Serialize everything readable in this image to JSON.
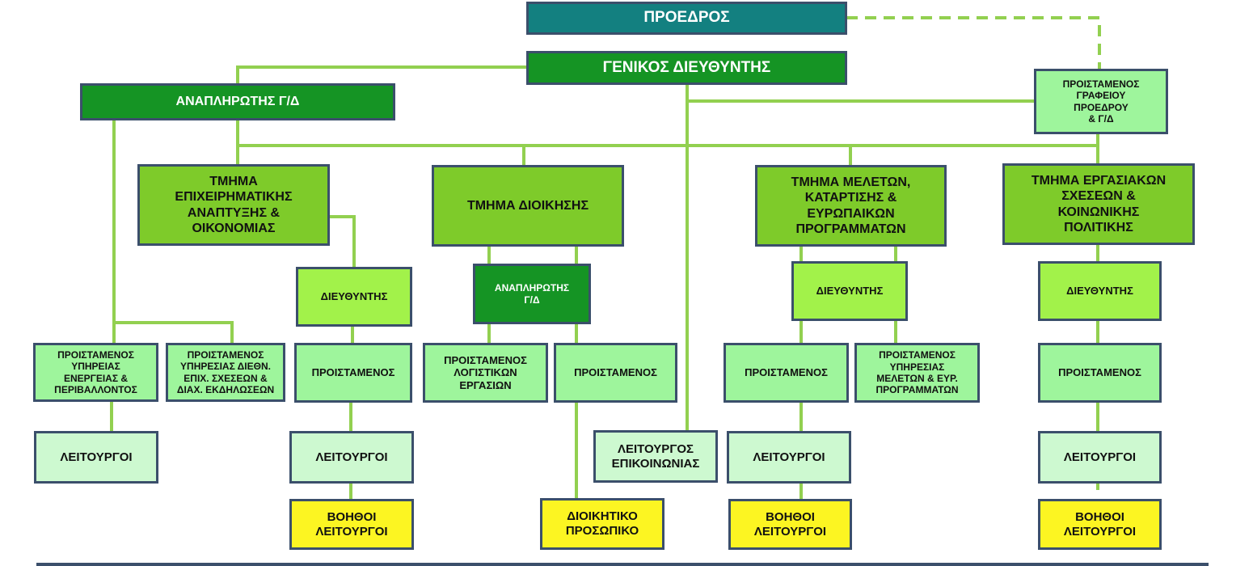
{
  "chart": {
    "president": "ΠΡΟΕΔΡΟΣ",
    "general_director": "ΓΕΝΙΚΟΣ ΔΙΕΥΘΥΝΤΗΣ",
    "deputy_gd": "ΑΝΑΠΛΗΡΩΤΗΣ Γ/Δ",
    "head_office": "ΠΡΟΙΣΤΑΜΕΝΟΣ\nΓΡΑΦΕΙΟΥ\nΠΡΟΕΔΡΟΥ\n& Γ/Δ",
    "comms_officer": "ΛΕΙΤΟΥΡΓΟΣ\nΕΠΙΚΟΙΝΩΝΙΑΣ",
    "dept_business": {
      "title": "ΤΜΗΜΑ\nΕΠΙΧΕΙΡΗΜΑΤΙΚΗΣ\nΑΝΑΠΤΥΞΗΣ &\nΟΙΚΟΝΟΜΙΑΣ",
      "director": "ΔΙΕΥΘΥΝΤΗΣ",
      "head": "ΠΡΟΙΣΤΑΜΕΝΟΣ",
      "officers": "ΛΕΙΤΟΥΡΓΟΙ",
      "assistants": "ΒΟΗΘΟΙ\nΛΕΙΤΟΥΡΓΟΙ"
    },
    "energy_service": {
      "head": "ΠΡΟΙΣΤΑΜΕΝΟΣ\nΥΠΗΡΕΙΑΣ\nΕΝΕΡΓΕΙΑΣ &\nΠΕΡΙΒΑΛΛΟΝΤΟΣ",
      "officers": "ΛΕΙΤΟΥΡΓΟΙ"
    },
    "intl_service_head": "ΠΡΟΙΣΤΑΜΕΝΟΣ\nΥΠΗΡΕΣΙΑΣ ΔΙΕΘΝ.\nΕΠΙΧ. ΣΧΕΣΕΩΝ &\nΔΙΑΧ. ΕΚΔΗΛΩΣΕΩΝ",
    "dept_admin": {
      "title": "ΤΜΗΜΑ ΔΙΟΙΚΗΣΗΣ",
      "deputy": "ΑΝΑΠΛΗΡΩΤΗΣ\nΓ/Δ",
      "accounting_head": "ΠΡΟΙΣΤΑΜΕΝΟΣ\nΛΟΓΙΣΤΙΚΩΝ\nΕΡΓΑΣΙΩΝ",
      "head": "ΠΡΟΙΣΤΑΜΕΝΟΣ",
      "admin_staff": "ΔΙΟΙΚΗΤΙΚΟ\nΠΡΟΣΩΠΙΚΟ"
    },
    "dept_studies": {
      "title": "ΤΜΗΜΑ ΜΕΛΕΤΩΝ,\nΚΑΤΑΡΤΙΣΗΣ &\nΕΥΡΩΠΑΙΚΩΝ\nΠΡΟΓΡΑΜΜΑΤΩΝ",
      "director": "ΔΙΕΥΘΥΝΤΗΣ",
      "head": "ΠΡΟΙΣΤΑΜΕΝΟΣ",
      "eu_service_head": "ΠΡΟΙΣΤΑΜΕΝΟΣ\nΥΠΗΡΕΣΙΑΣ\nΜΕΛΕΤΩΝ & ΕΥΡ.\nΠΡΟΓΡΑΜΜΑΤΩΝ",
      "officers": "ΛΕΙΤΟΥΡΓΟΙ",
      "assistants": "ΒΟΗΘΟΙ\nΛΕΙΤΟΥΡΓΟΙ"
    },
    "dept_labour": {
      "title": "ΤΜΗΜΑ ΕΡΓΑΣΙΑΚΩΝ\nΣΧΕΣΕΩΝ &\nΚΟΙΝΩΝΙΚΗΣ\nΠΟΛΙΤΙΚΗΣ",
      "director": "ΔΙΕΥΘΥΝΤΗΣ",
      "head": "ΠΡΟΙΣΤΑΜΕΝΟΣ",
      "officers": "ΛΕΙΤΟΥΡΓΟΙ",
      "assistants": "ΒΟΗΘΟΙ\nΛΕΙΤΟΥΡΓΟΙ"
    }
  },
  "colors": {
    "connector": "#92d050",
    "dashed_connector": "#92d050",
    "box_border": "#3b4f6b"
  }
}
